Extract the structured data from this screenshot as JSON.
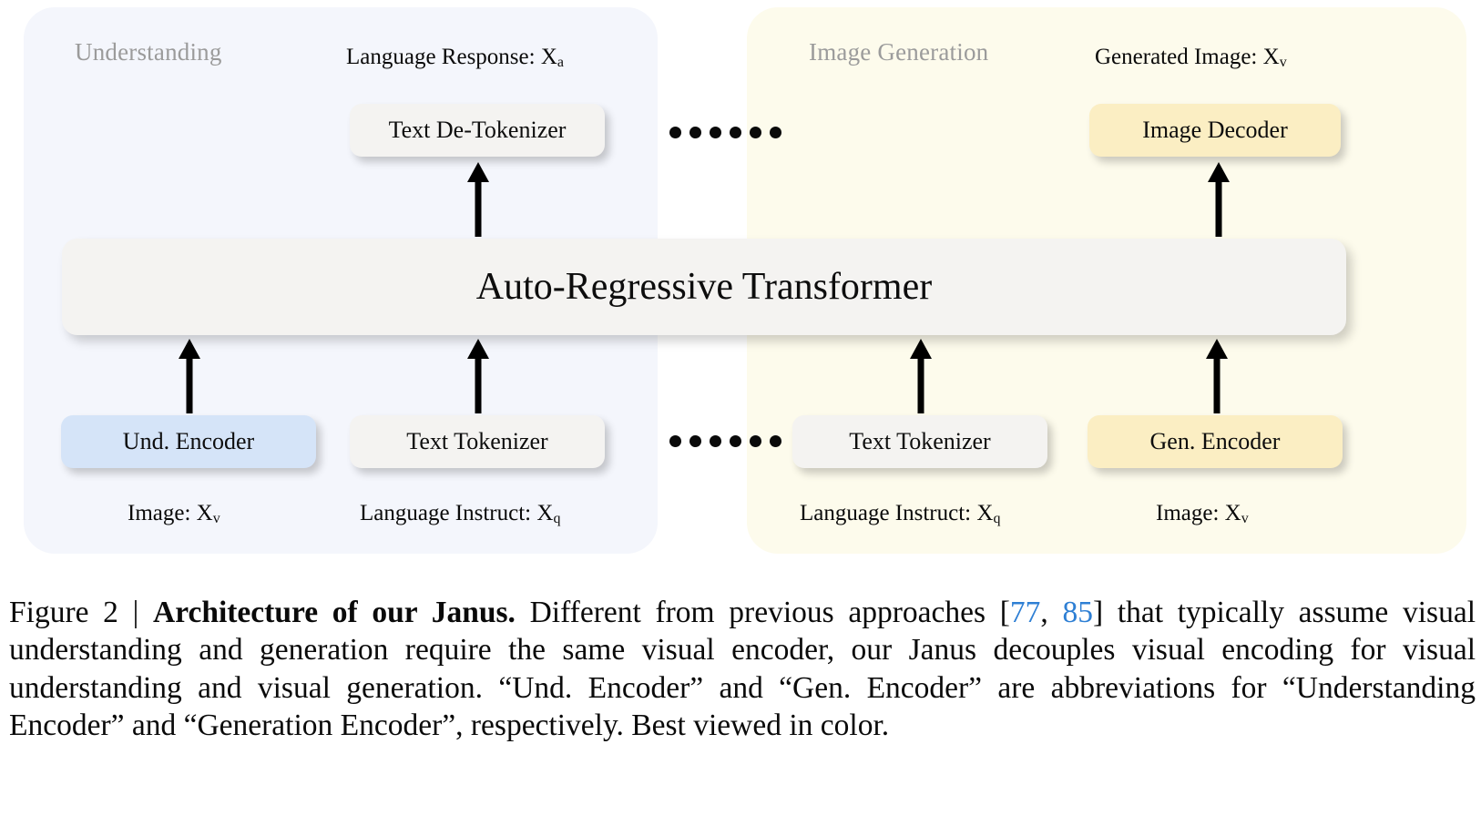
{
  "figure": {
    "panels": [
      {
        "id": "understanding",
        "title": "Understanding",
        "bg": "#f4f6fc"
      },
      {
        "id": "image_generation",
        "title": "Image Generation",
        "bg": "#fdfbec"
      }
    ],
    "transformer": {
      "label": "Auto-Regressive Transformer",
      "bg": "#f4f3f1"
    },
    "boxes": [
      {
        "id": "text_detokenizer",
        "label": "Text De-Tokenizer",
        "color": "#f4f3f1"
      },
      {
        "id": "image_decoder",
        "label": "Image Decoder",
        "color": "#fbeec3"
      },
      {
        "id": "und_encoder",
        "label": "Und. Encoder",
        "color": "#d5e4f8"
      },
      {
        "id": "text_tokenizer_und",
        "label": "Text Tokenizer",
        "color": "#f4f3f1"
      },
      {
        "id": "text_tokenizer_gen",
        "label": "Text Tokenizer",
        "color": "#f4f3f1"
      },
      {
        "id": "gen_encoder",
        "label": "Gen. Encoder",
        "color": "#fbeec3"
      }
    ],
    "io_labels": {
      "language_response": {
        "text": "Language Response: X",
        "sub": "a"
      },
      "generated_image": {
        "text": "Generated Image: X",
        "sub": "v"
      },
      "image_und": {
        "text": "Image: X",
        "sub": "v"
      },
      "language_instruct_und": {
        "text": "Language Instruct: X",
        "sub": "q"
      },
      "language_instruct_gen": {
        "text": "Language Instruct: X",
        "sub": "q"
      },
      "image_gen": {
        "text": "Image: X",
        "sub": "v"
      }
    },
    "separator": {
      "name": "ellipsis-dots",
      "count": 6,
      "color": "#0a0a0a"
    }
  },
  "caption": {
    "prefix": "Figure 2 | ",
    "bold_title": "Architecture of our Janus.",
    "part1": " Different from previous approaches [",
    "cite1": "77",
    "cite_sep": ", ",
    "cite2": "85",
    "part2": "] that typically assume visual understanding and generation require the same visual encoder, our Janus decouples visual encoding for visual understanding and visual generation. “Und. Encoder” and “Gen. Encoder” are abbreviations for “Understanding Encoder” and “Generation Encoder”, respectively. Best viewed in color.",
    "cite_color": "#2e7fd4"
  }
}
